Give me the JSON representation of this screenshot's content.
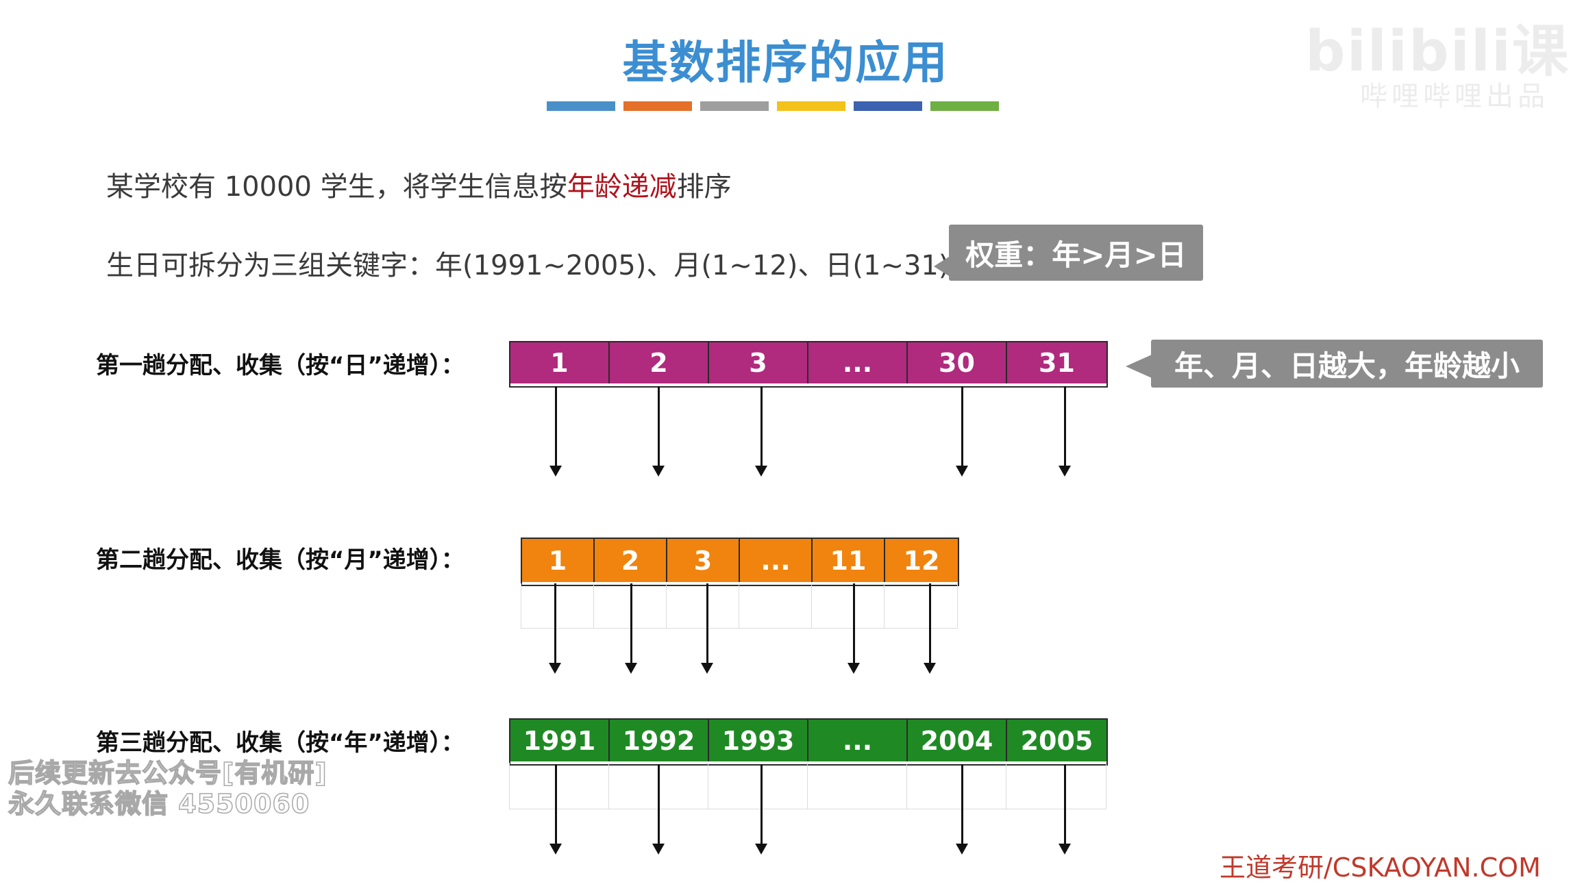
{
  "title": "基数排序的应用",
  "color_strip": [
    "#4a90c8",
    "#e5702a",
    "#9e9e9e",
    "#f3c21b",
    "#3c62b0",
    "#6eb043"
  ],
  "watermark_top_right": {
    "line1": "bilibili课堂",
    "line2": "哔哩哔哩出品"
  },
  "intro": {
    "line1_prefix": "某学校有 10000 学生，将学生信息按",
    "line1_highlight": "年龄递减",
    "line1_suffix": "排序",
    "line2": "生日可拆分为三组关键字：年(1991~2005)、月(1~12)、日(1~31)"
  },
  "callouts": {
    "weight": "权重：年>月>日",
    "age_note": "年、月、日越大，年龄越小"
  },
  "passes": [
    {
      "label": "第一趟分配、收集（按“日”递增）：",
      "buckets": [
        "1",
        "2",
        "3",
        "...",
        "30",
        "31"
      ],
      "color": "#b02a7e"
    },
    {
      "label": "第二趟分配、收集（按“月”递增）：",
      "buckets": [
        "1",
        "2",
        "3",
        "...",
        "11",
        "12"
      ],
      "color": "#f0840e"
    },
    {
      "label": "第三趟分配、收集（按“年”递增）：",
      "buckets": [
        "1991",
        "1992",
        "1993",
        "...",
        "2004",
        "2005"
      ],
      "color": "#1f8a24"
    }
  ],
  "watermark_bottom_left": {
    "line1": "后续更新去公众号[有机研]",
    "line2": "永久联系微信 4550060"
  },
  "footer": "王道考研/CSKAOYAN.COM"
}
